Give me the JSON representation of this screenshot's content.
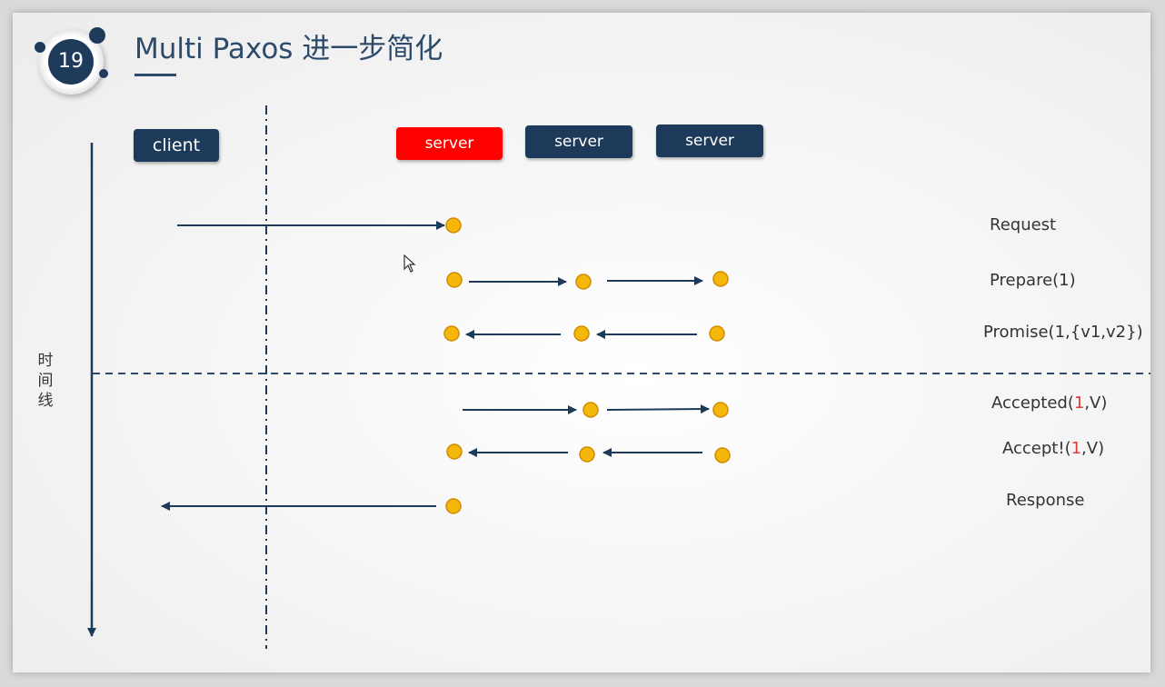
{
  "slide": {
    "number": "19",
    "title": "Multi Paxos 进一步简化"
  },
  "nodes": {
    "client": "client",
    "leader": "server",
    "server2": "server",
    "server3": "server"
  },
  "timeline_label": "时\n间\n线",
  "messages": {
    "request": "Request",
    "prepare": "Prepare(1)",
    "promise": "Promise(1,{v1,v2})",
    "accepted_prefix": "Accepted(",
    "accepted_num": "1",
    "accepted_suffix": ",V)",
    "accept_prefix": "Accept!(",
    "accept_num": "1",
    "accept_suffix": ",V)",
    "response": "Response"
  },
  "colors": {
    "navy": "#1e3a5a",
    "leader_red": "#ff0000",
    "dot_orange": "#f5b80a",
    "highlight_red": "#e53935"
  }
}
